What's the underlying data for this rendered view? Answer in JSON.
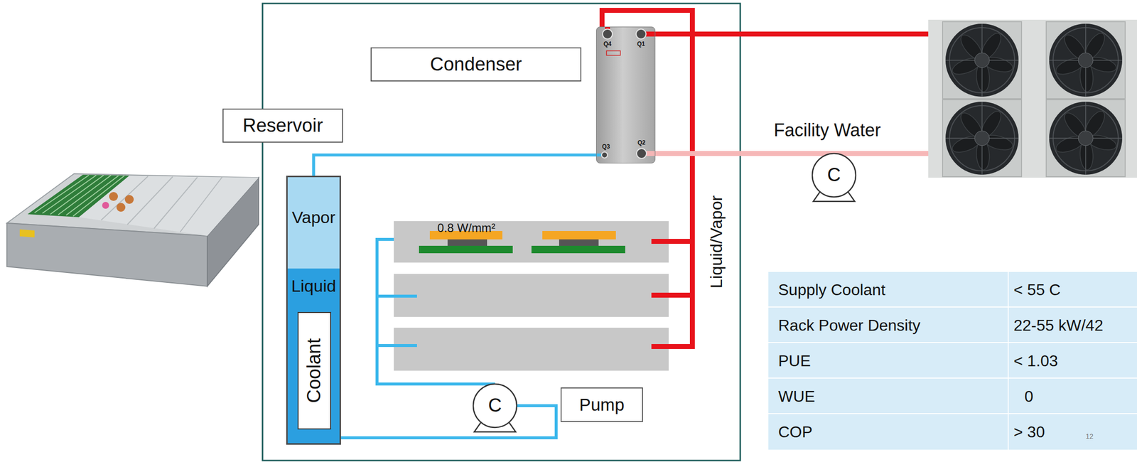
{
  "diagram": {
    "nodes": [
      {
        "text": [
          "Condenser"
        ]
      },
      {
        "text": [
          "Reservoir"
        ]
      },
      {
        "text": [
          "Q4",
          "Q1",
          "Q3",
          "Q2"
        ]
      },
      {
        "text": [
          "Vapor",
          "Liquid"
        ]
      },
      {
        "text": [
          "Coolant"
        ],
        "in": 3
      },
      {
        "text": [
          "Pump"
        ]
      }
    ],
    "edges": [
      {
        "from": 2,
        "to": 3,
        "arrow": "none"
      }
    ],
    "labels": [
      "0.8 W/mm²",
      "Liquid/Vapor",
      "Facility Water",
      "C",
      "C",
      "Supply Coolant",
      "< 55 C",
      "Rack Power Density",
      "22-55 kW/42",
      "PUE",
      "< 1.03",
      "WUE",
      "0",
      "COP",
      "> 30",
      "12"
    ]
  }
}
